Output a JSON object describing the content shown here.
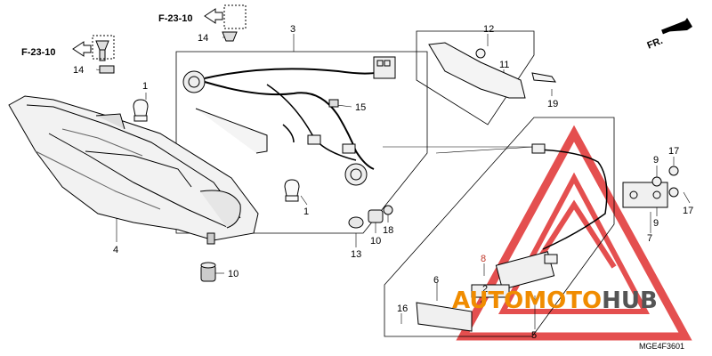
{
  "diagram": {
    "code": "MGE4F3601",
    "direction_label": "FR.",
    "ref_top": "F-23-10",
    "ref_left": "F-23-10",
    "callouts": [
      "3",
      "12",
      "11",
      "14",
      "14",
      "1",
      "15",
      "19",
      "1",
      "9",
      "17",
      "9",
      "17",
      "7",
      "4",
      "13",
      "10",
      "18",
      "10",
      "8",
      "2",
      "6",
      "16",
      "5"
    ]
  },
  "watermark": {
    "brand_a": "AUTO",
    "brand_b": "MOTO",
    "brand_c": "HUB",
    "colors": {
      "triangle": "#e03131",
      "auto": "#f08c00",
      "moto": "#f08c00",
      "hub": "#555555"
    }
  }
}
